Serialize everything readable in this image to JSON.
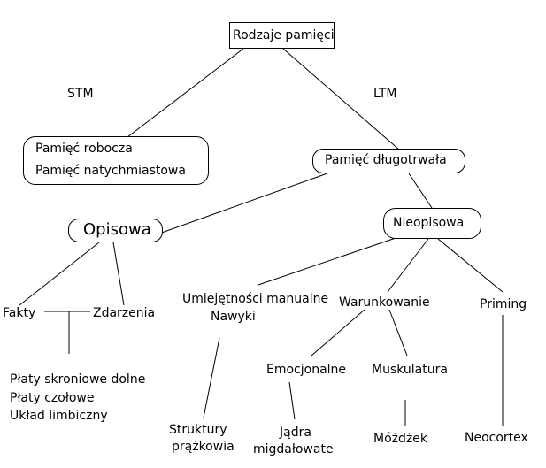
{
  "root": {
    "label": "Rodzaje pamięci"
  },
  "branches": {
    "stm": "STM",
    "ltm": "LTM"
  },
  "stm_box": {
    "line1": "Pamięć robocza",
    "line2": "Pamięć natychmiastowa"
  },
  "ltm_box": {
    "label": "Pamięć długotrwała"
  },
  "declarative": {
    "label": "Opisowa"
  },
  "nondeclarative": {
    "label": "Nieopisowa"
  },
  "facts": "Fakty",
  "events": "Zdarzenia",
  "decl_structures": {
    "line1": "Płaty skroniowe dolne",
    "line2": "Płaty czołowe",
    "line3": "Układ limbiczny"
  },
  "skills": {
    "line1": "Umiejętności manualne",
    "line2": "Nawyki"
  },
  "skills_structure": {
    "line1": "Struktury",
    "line2": "prążkowia"
  },
  "conditioning": "Warunkowanie",
  "emotional": "Emocjonalne",
  "amygdala": {
    "line1": "Jądra",
    "line2": "migdałowate"
  },
  "muscular": "Muskulatura",
  "cerebellum": "Móżdżek",
  "priming": "Priming",
  "neocortex": "Neocortex"
}
